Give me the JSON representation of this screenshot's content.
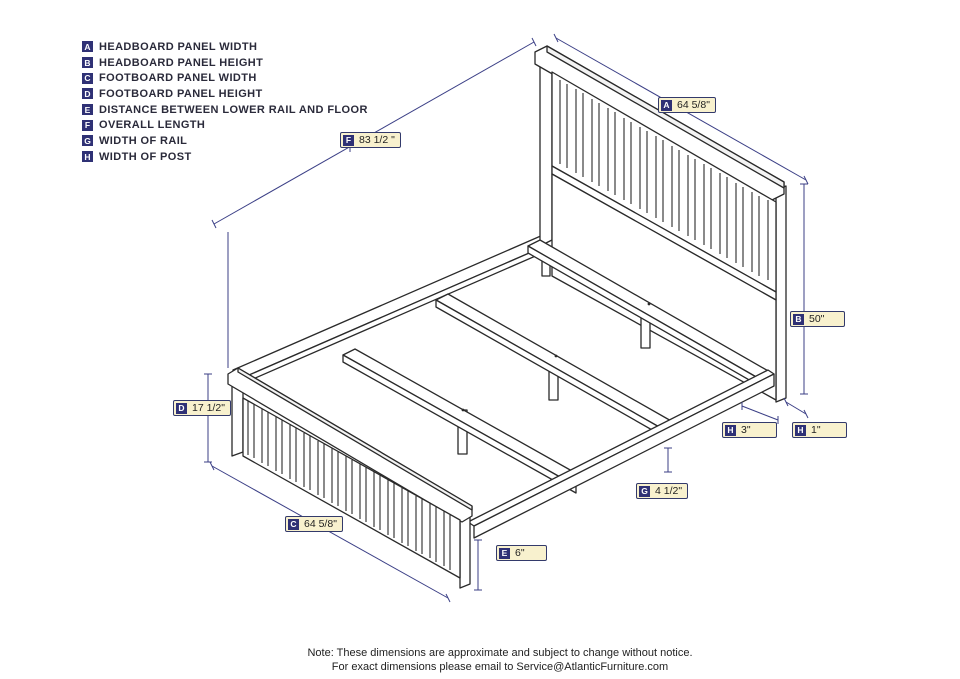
{
  "colors": {
    "line": "#2a2a2a",
    "dimension_line": "#3b3f86",
    "badge": "#2f3175",
    "tag_fill": "#f8f1ce"
  },
  "legend": [
    {
      "letter": "A",
      "text": "HEADBOARD PANEL WIDTH"
    },
    {
      "letter": "B",
      "text": "HEADBOARD PANEL HEIGHT"
    },
    {
      "letter": "C",
      "text": "FOOTBOARD PANEL WIDTH"
    },
    {
      "letter": "D",
      "text": "FOOTBOARD PANEL HEIGHT"
    },
    {
      "letter": "E",
      "text": "DISTANCE BETWEEN LOWER RAIL AND FLOOR"
    },
    {
      "letter": "F",
      "text": "OVERALL LENGTH"
    },
    {
      "letter": "G",
      "text": "WIDTH OF RAIL"
    },
    {
      "letter": "H",
      "text": "WIDTH OF POST"
    }
  ],
  "dimensions": {
    "A": {
      "letter": "A",
      "value": "64 5/8\""
    },
    "B": {
      "letter": "B",
      "value": "50\""
    },
    "C": {
      "letter": "C",
      "value": "64 5/8\""
    },
    "D": {
      "letter": "D",
      "value": "17 1/2\""
    },
    "E": {
      "letter": "E",
      "value": "6\""
    },
    "F": {
      "letter": "F",
      "value": "83 1/2 \""
    },
    "G": {
      "letter": "G",
      "value": "4 1/2\""
    },
    "H1": {
      "letter": "H",
      "value": "3\""
    },
    "H2": {
      "letter": "H",
      "value": "1\""
    }
  },
  "note": {
    "line1": "Note: These dimensions are approximate and subject to change without notice.",
    "line2": "For exact dimensions please email to Service@AtlanticFurniture.com"
  }
}
